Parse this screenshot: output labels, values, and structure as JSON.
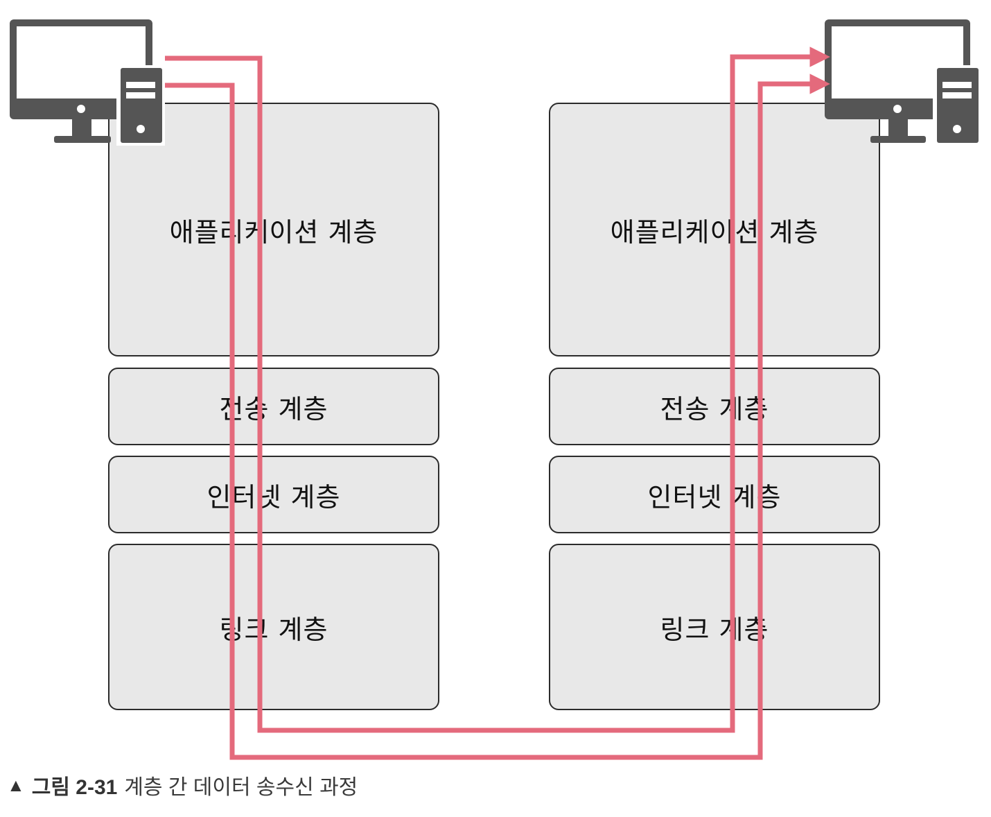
{
  "diagram": {
    "left_stack": {
      "layers": [
        "애플리케이션 계층",
        "전송 계층",
        "인터넷 계층",
        "링크 계층"
      ]
    },
    "right_stack": {
      "layers": [
        "애플리케이션 계층",
        "전송 계층",
        "인터넷 계층",
        "링크 계층"
      ]
    },
    "left_host_icon": "desktop-computer-icon",
    "right_host_icon": "desktop-computer-icon",
    "arrow_color": "#e46a7c"
  },
  "caption": {
    "marker": "▲",
    "figure": "그림 2-31",
    "text": "계층 간 데이터 송수신 과정"
  }
}
